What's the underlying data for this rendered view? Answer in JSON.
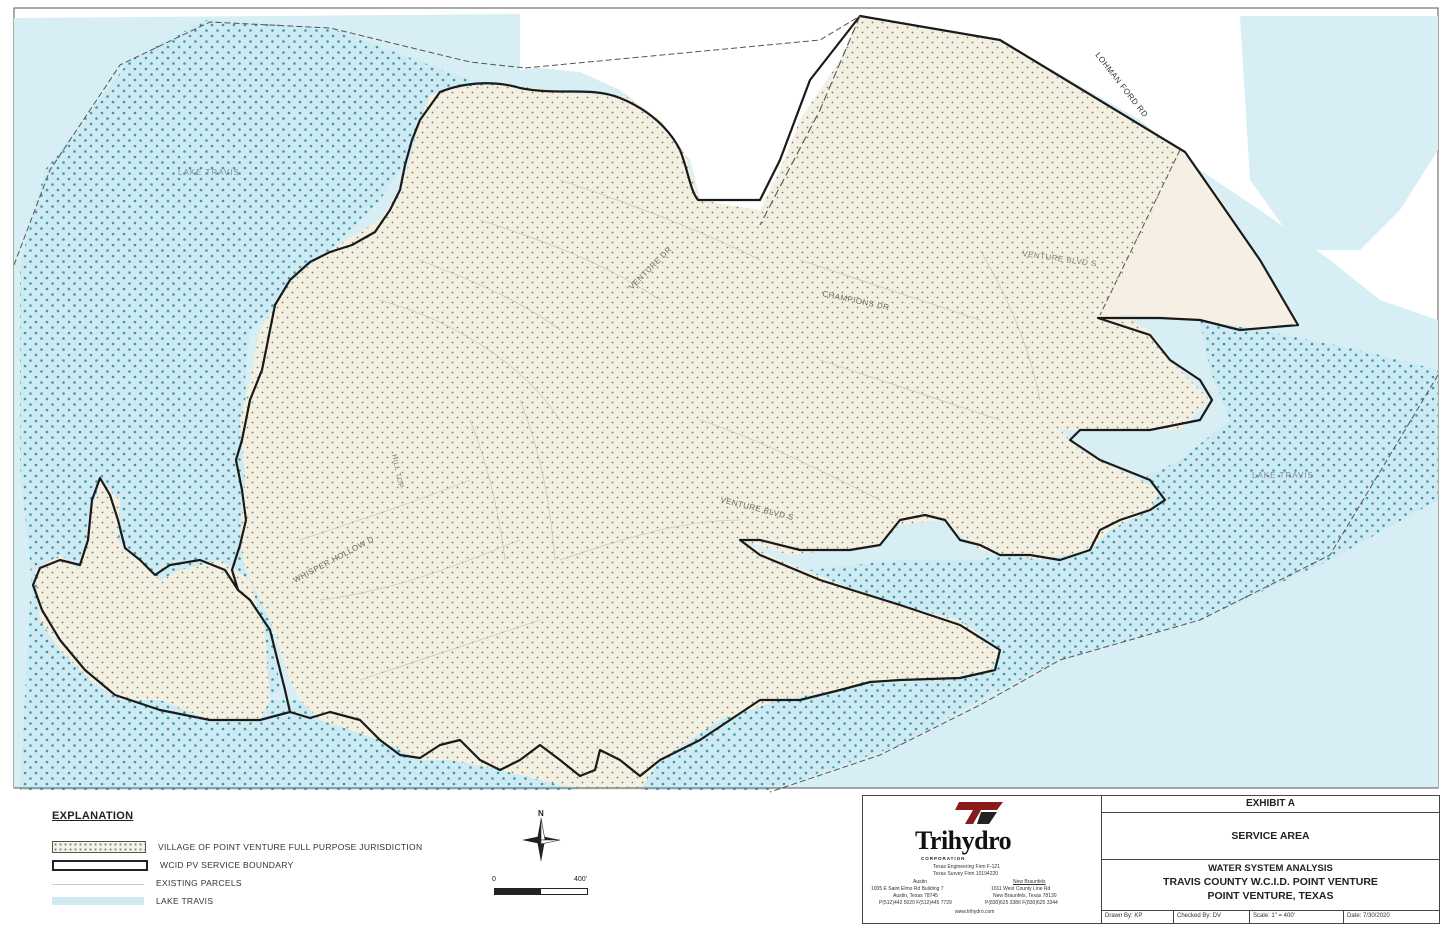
{
  "map": {
    "labels": {
      "lake_travis_nw": "LAKE TRAVIS",
      "lake_travis_e": "LAKE TRAVIS",
      "lohman_ford_rd": "LOHMAN FORD RD",
      "venture_dr": "VENTURE DR",
      "champions_dr": "CHAMPIONS DR",
      "venture_blvd_n": "VENTURE BLVD S",
      "venture_blvd_s": "VENTURE BLVD S",
      "whisper_hollow": "WHISPER HOLLOW D",
      "misc_road": "HILL TOP"
    },
    "colors": {
      "lake": "#cfeaf2",
      "lake_dots": "#2a9aa6",
      "land": "#f3f0e2",
      "land_dots": "#7b7a70",
      "boundary": "#1a1a1a"
    }
  },
  "legend": {
    "title": "EXPLANATION",
    "items": [
      {
        "label": "VILLAGE OF POINT VENTURE FULL PURPOSE JURISDICTION",
        "symbol": "dotted-fill"
      },
      {
        "label": "WCID PV SERVICE BOUNDARY",
        "symbol": "solid-outline"
      },
      {
        "label": "EXISTING PARCELS",
        "symbol": "thin-line"
      },
      {
        "label": "LAKE TRAVIS",
        "symbol": "blue-fill"
      }
    ]
  },
  "north_arrow": {
    "label": "N"
  },
  "scale_bar": {
    "start": "0",
    "end": "400'"
  },
  "title_block": {
    "company": "Trihydro",
    "corporation": "CORPORATION",
    "firm_line1": "Texas Engineering Firm F-121",
    "firm_line2": "Texas Survey Firm 10194220",
    "office1": {
      "city": "Austin",
      "addr1": "1005 E Saint Elmo Rd Building 7",
      "addr2": "Austin, Texas 78745",
      "phone": "P(512)442 5020 F(512)445 7729"
    },
    "office2": {
      "city": "New Braunfels",
      "addr1": "1011 West County Line Rd",
      "addr2": "New Braunfels, Texas 78130",
      "phone": "P(830)625 3386 F(830)625 3344"
    },
    "website": "www.trihydro.com",
    "exhibit": "EXHIBIT A",
    "sheet_title": "SERVICE AREA",
    "project_line1": "WATER SYSTEM ANALYSIS",
    "project_line2": "TRAVIS COUNTY W.C.I.D. POINT VENTURE",
    "project_line3": "POINT VENTURE, TEXAS",
    "drawn_by": "Drawn By: KP",
    "checked_by": "Checked By: DV",
    "scale": "Scale: 1\" = 400'",
    "date": "Date: 7/30/2020"
  }
}
